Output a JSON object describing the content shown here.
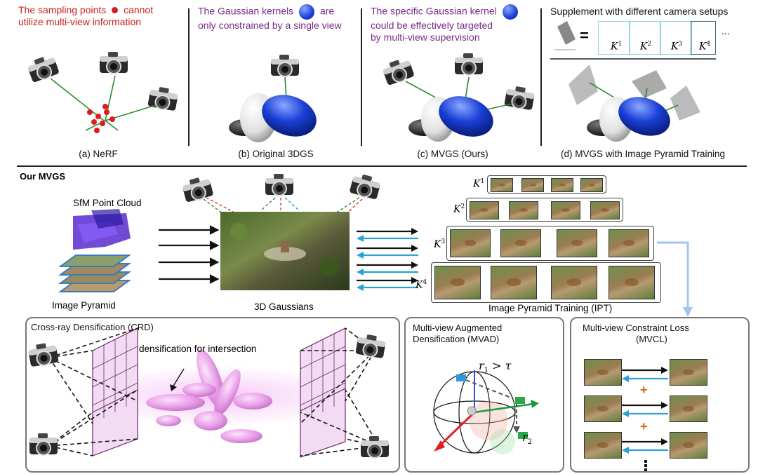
{
  "top": {
    "a": {
      "text1": "The sampling points",
      "text2": "cannot",
      "text3": "utilize multi-view information",
      "caption": "(a) NeRF"
    },
    "b": {
      "text1": "The Gaussian kernels",
      "text2": "are",
      "text3": "only constrained by a single view",
      "caption": "(b) Original 3DGS"
    },
    "c": {
      "text1": "The specific Gaussian kernel",
      "text2": "could be effectively targeted",
      "text3": "by multi-view supervision",
      "caption": "(c) MVGS (Ours)"
    },
    "d": {
      "text1": "Supplement with different camera setups",
      "eq": "=",
      "ellipsis": "...",
      "k_labels": [
        "K",
        "K",
        "K",
        "K"
      ],
      "k_sups": [
        "1",
        "2",
        "3",
        "4"
      ],
      "caption": "(d) MVGS with Image Pyramid Training"
    }
  },
  "pipeline": {
    "title": "Our MVGS",
    "sfm": "SfM Point Cloud",
    "pyramid": "Image Pyramid",
    "gaussians": "3D Gaussians",
    "ipt": "Image Pyramid Training  (IPT)",
    "ipt_rows": [
      {
        "k": "K",
        "sup": "1"
      },
      {
        "k": "K",
        "sup": "2"
      },
      {
        "k": "K",
        "sup": "3"
      },
      {
        "k": "K",
        "sup": "4"
      }
    ]
  },
  "panels": {
    "crd": {
      "title": "Cross-ray  Densification (CRD)",
      "note": "densification for intersection"
    },
    "mvad": {
      "title1": "Multi-view Augmented",
      "title2": "Densification  (MVAD)",
      "r1": "r",
      "r1_sub": "1",
      "gt": " > τ",
      "r2": "r",
      "r2_sub": "2"
    },
    "mvcl": {
      "title1": "Multi-view Constraint Loss",
      "title2": "(MVCL)",
      "plus": "+"
    }
  },
  "colors": {
    "red": "#cc1f1f",
    "purple": "#7a2a8a",
    "blue": "#1a3fd6",
    "cyan_arrow": "#2aa0d8",
    "panel_border": "#777777",
    "magenta": "#d070d0"
  }
}
